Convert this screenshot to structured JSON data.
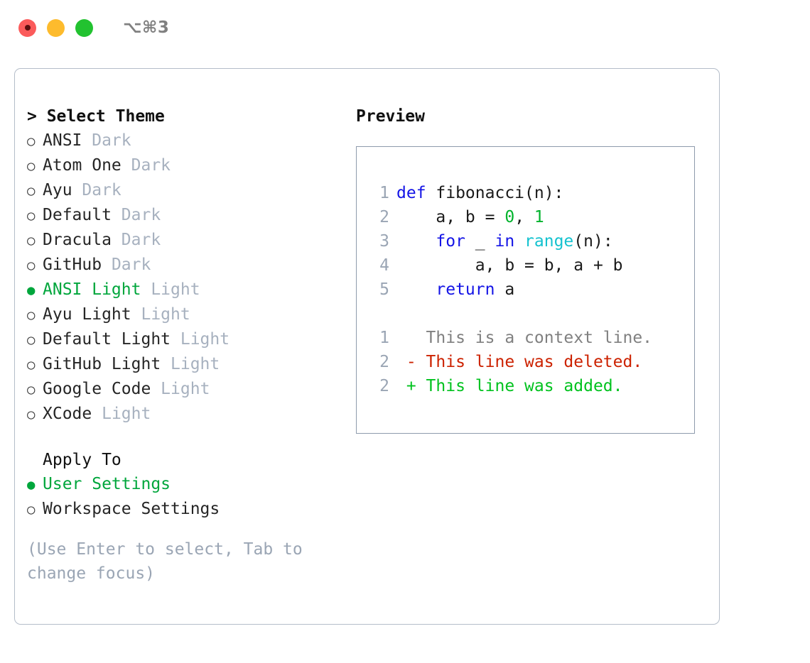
{
  "titlebar": {
    "shortcut": "⌥⌘3",
    "buttons": [
      {
        "name": "close-button",
        "color": "#fb5b5b"
      },
      {
        "name": "minimize-button",
        "color": "#fdbb2d"
      },
      {
        "name": "maximize-button",
        "color": "#22c230"
      }
    ]
  },
  "theme_picker": {
    "heading": "> Select Theme",
    "selected_bullet": "●",
    "unselected_bullet": "○",
    "accent_color": "#00a63c",
    "items": [
      {
        "bullet": "○",
        "label": "ANSI",
        "badge": "Dark",
        "selected": false
      },
      {
        "bullet": "○",
        "label": "Atom One",
        "badge": "Dark",
        "selected": false
      },
      {
        "bullet": "○",
        "label": "Ayu",
        "badge": "Dark",
        "selected": false
      },
      {
        "bullet": "○",
        "label": "Default",
        "badge": "Dark",
        "selected": false
      },
      {
        "bullet": "○",
        "label": "Dracula",
        "badge": "Dark",
        "selected": false
      },
      {
        "bullet": "○",
        "label": "GitHub",
        "badge": "Dark",
        "selected": false
      },
      {
        "bullet": "●",
        "label": "ANSI Light",
        "badge": "Light",
        "selected": true
      },
      {
        "bullet": "○",
        "label": "Ayu Light",
        "badge": "Light",
        "selected": false
      },
      {
        "bullet": "○",
        "label": "Default Light",
        "badge": "Light",
        "selected": false
      },
      {
        "bullet": "○",
        "label": "GitHub Light",
        "badge": "Light",
        "selected": false
      },
      {
        "bullet": "○",
        "label": "Google Code",
        "badge": "Light",
        "selected": false
      },
      {
        "bullet": "○",
        "label": "XCode",
        "badge": "Light",
        "selected": false
      }
    ]
  },
  "apply_to": {
    "heading": "Apply To",
    "items": [
      {
        "bullet": "●",
        "label": "User Settings",
        "selected": true
      },
      {
        "bullet": "○",
        "label": "Workspace Settings",
        "selected": false
      }
    ]
  },
  "hint": "(Use Enter to select, Tab to change focus)",
  "preview": {
    "heading": "Preview",
    "code_lines": [
      {
        "no": "1",
        "tokens": [
          {
            "t": "def",
            "c": "kw"
          },
          {
            "t": " fibonacci(n):",
            "c": "txt"
          }
        ]
      },
      {
        "no": "2",
        "tokens": [
          {
            "t": "    a, b = ",
            "c": "txt"
          },
          {
            "t": "0",
            "c": "num"
          },
          {
            "t": ", ",
            "c": "txt"
          },
          {
            "t": "1",
            "c": "num"
          }
        ]
      },
      {
        "no": "3",
        "tokens": [
          {
            "t": "    ",
            "c": "txt"
          },
          {
            "t": "for",
            "c": "kw"
          },
          {
            "t": " _ ",
            "c": "txt"
          },
          {
            "t": "in",
            "c": "kw"
          },
          {
            "t": " ",
            "c": "txt"
          },
          {
            "t": "range",
            "c": "fn"
          },
          {
            "t": "(n):",
            "c": "txt"
          }
        ]
      },
      {
        "no": "4",
        "tokens": [
          {
            "t": "        a, b = b, a + b",
            "c": "txt"
          }
        ]
      },
      {
        "no": "5",
        "tokens": [
          {
            "t": "    ",
            "c": "txt"
          },
          {
            "t": "return",
            "c": "kw"
          },
          {
            "t": " a",
            "c": "txt"
          }
        ]
      }
    ],
    "diff_lines": [
      {
        "no": "1",
        "tokens": [
          {
            "t": "   This is a context line.",
            "c": "ctx"
          }
        ]
      },
      {
        "no": "2",
        "tokens": [
          {
            "t": " - This line was deleted.",
            "c": "del"
          }
        ]
      },
      {
        "no": "2",
        "tokens": [
          {
            "t": " + This line was added.",
            "c": "add"
          }
        ]
      }
    ]
  }
}
